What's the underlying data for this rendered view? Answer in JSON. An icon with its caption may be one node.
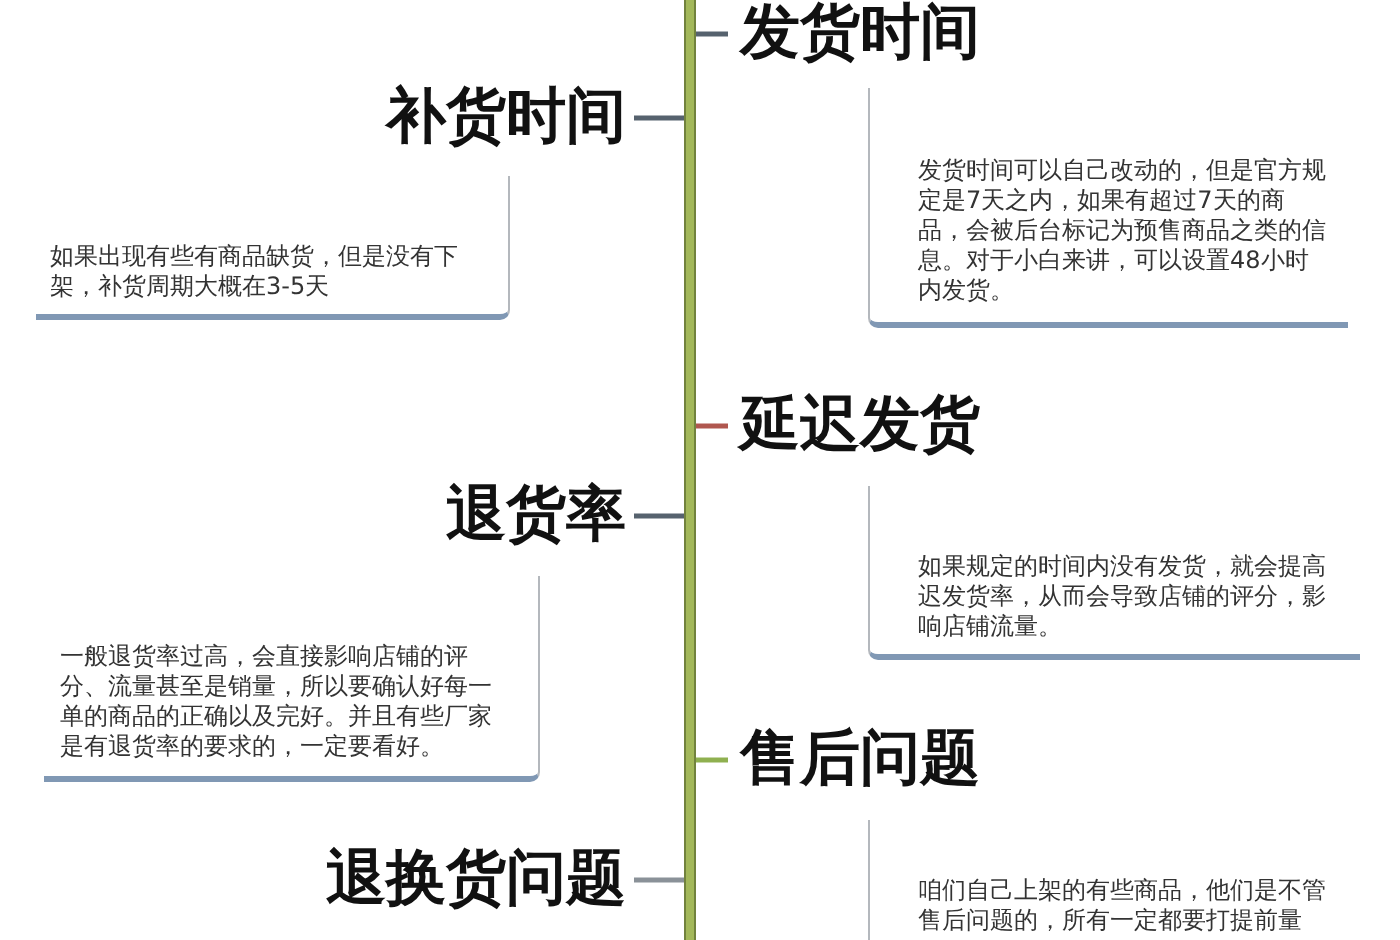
{
  "diagram": {
    "nodes": [
      {
        "text": [],
        "shape": "bar"
      },
      {
        "text": [
          "发货时间",
          "发货时间可以自己改动的，但是官方规定是7天之内，如果有超过7天的商品，会被后台标记为预售商品之类的信息。对于小白来讲，可以设置48小时内发货。"
        ]
      },
      {
        "text": [
          "补货时间",
          "如果出现有些有商品缺货，但是没有下架，补货周期大概在3-5天"
        ]
      },
      {
        "text": [
          "延迟发货",
          "如果规定的时间内没有发货，就会提高迟发货率，从而会导致店铺的评分，影响店铺流量。"
        ]
      },
      {
        "text": [
          "退货率",
          "一般退货率过高，会直接影响店铺的评分、流量甚至是销量，所以要确认好每一单的商品的正确以及完好。并且有些厂家是有退货率的要求的，一定要看好。"
        ]
      },
      {
        "text": [
          "售后问题",
          "咱们自己上架的有些商品，他们是不管售后问题的，所有一定都要打提前量"
        ]
      },
      {
        "text": [
          "退换货问题"
        ]
      }
    ],
    "edges": [
      {
        "from": 0,
        "to": 1,
        "arrow": "none"
      },
      {
        "from": 0,
        "to": 2,
        "arrow": "none"
      },
      {
        "from": 0,
        "to": 3,
        "arrow": "none",
        "color": "#b0574f"
      },
      {
        "from": 0,
        "to": 4,
        "arrow": "none"
      },
      {
        "from": 0,
        "to": 5,
        "arrow": "none",
        "color": "#8fb050"
      },
      {
        "from": 0,
        "to": 6,
        "arrow": "none",
        "color": "#8a9198"
      }
    ]
  }
}
